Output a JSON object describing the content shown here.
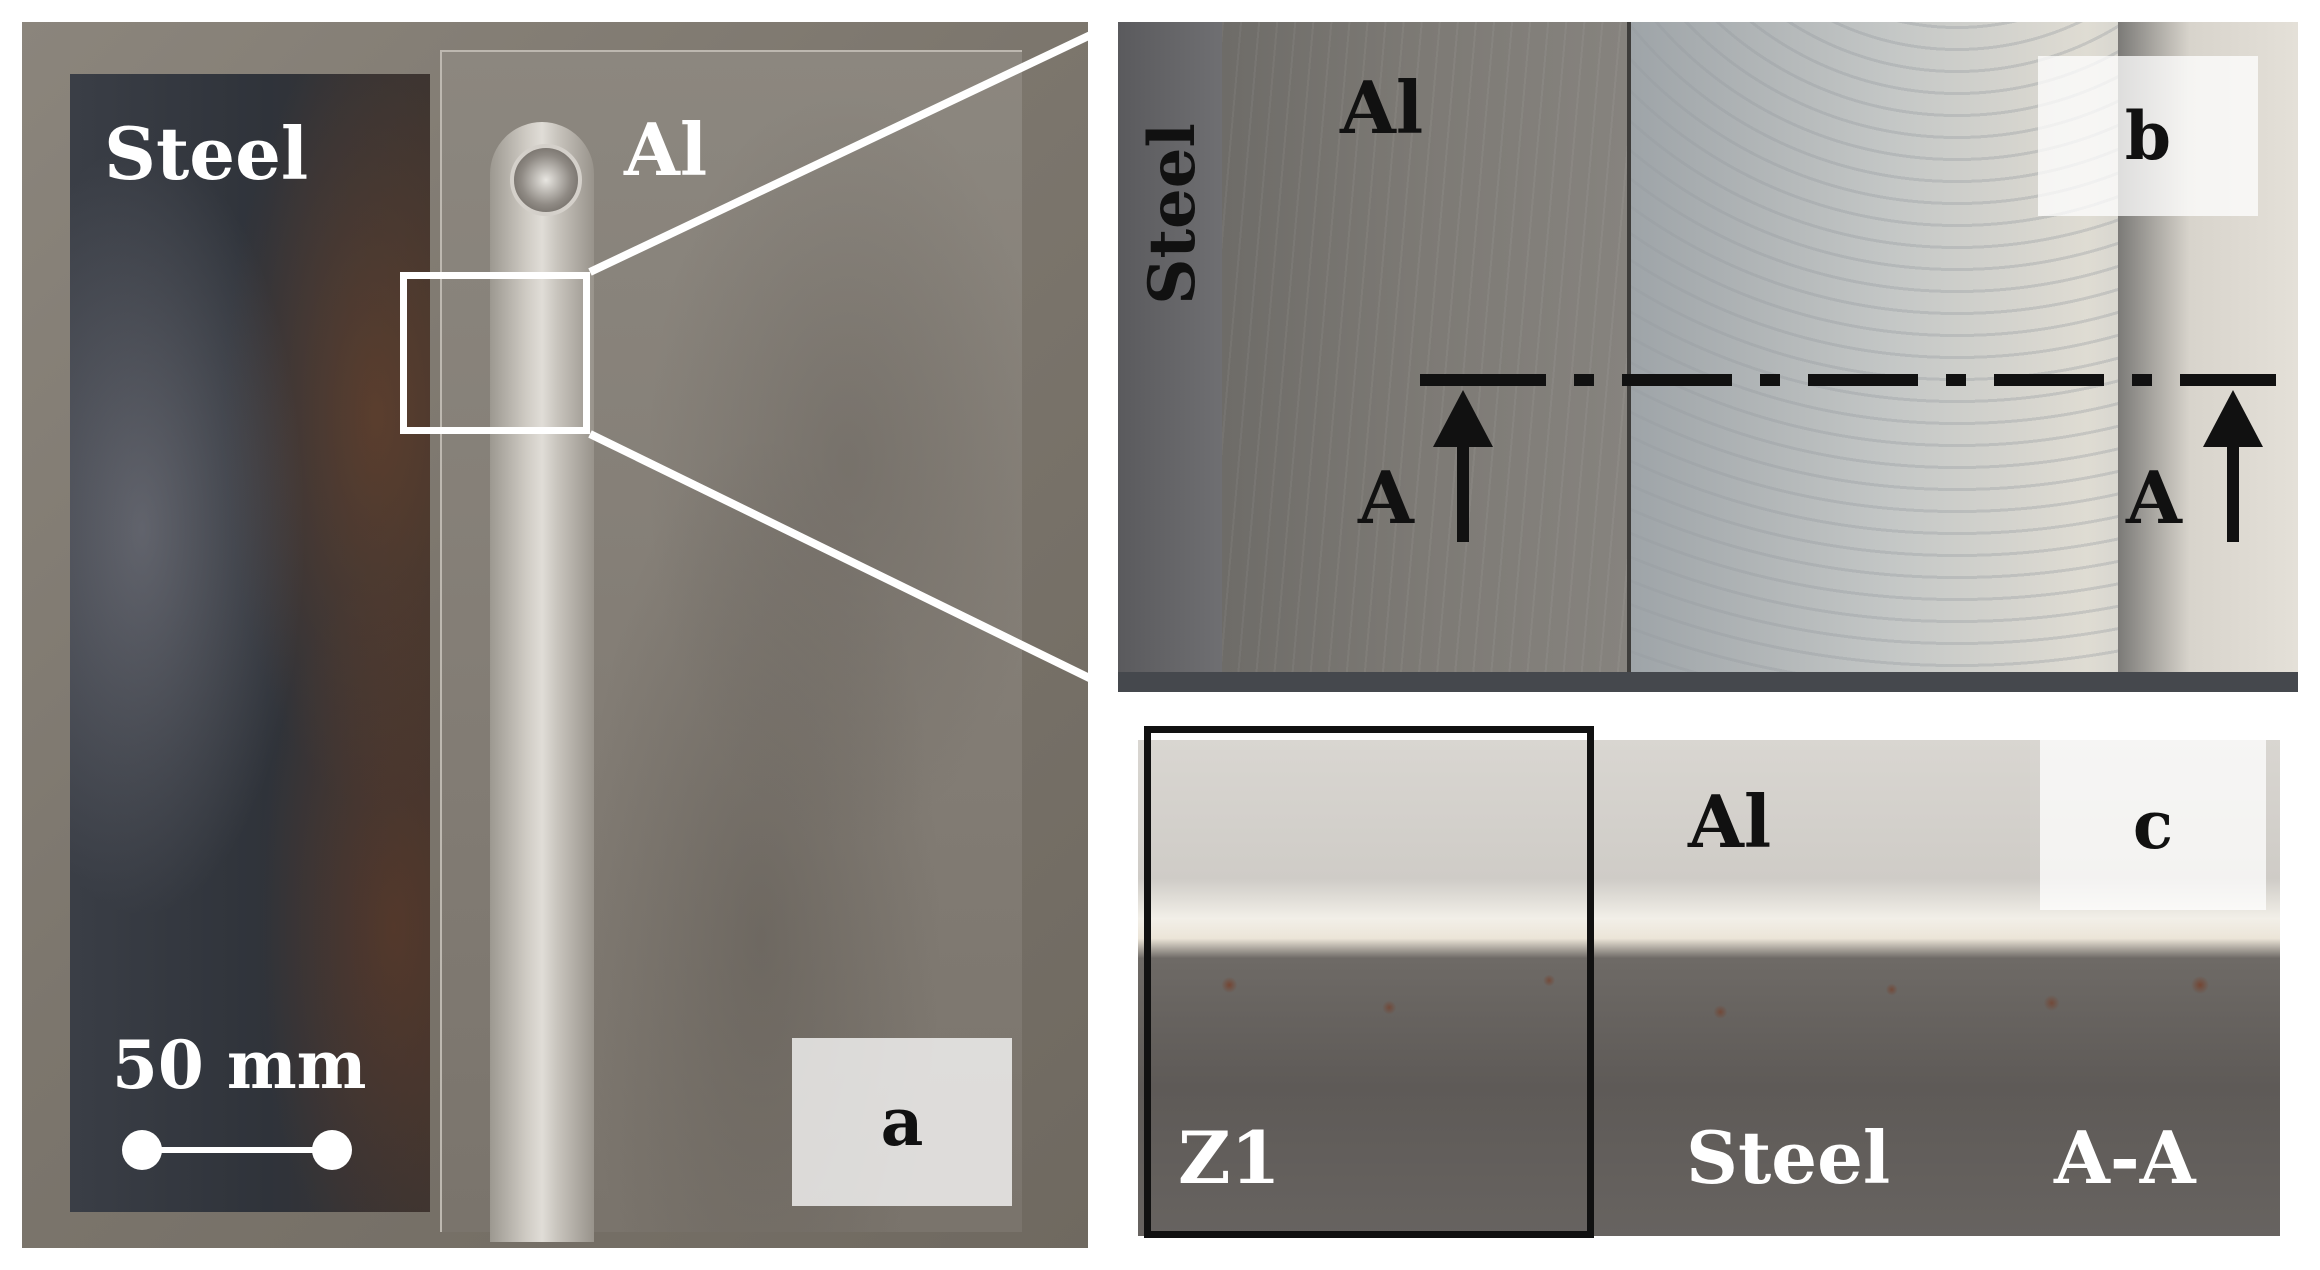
{
  "panel_a": {
    "label_steel": "Steel",
    "label_al": "Al",
    "scale_text": "50 mm",
    "panel_tag": "a"
  },
  "panel_b": {
    "label_steel": "Steel",
    "label_al": "Al",
    "section_left": "A",
    "section_right": "A",
    "panel_tag": "b"
  },
  "panel_c": {
    "label_al": "Al",
    "label_steel": "Steel",
    "zone_label": "Z1",
    "section_label": "A-A",
    "panel_tag": "c"
  }
}
